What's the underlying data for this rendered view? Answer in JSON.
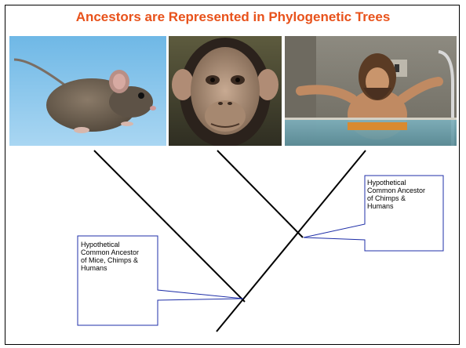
{
  "slide": {
    "title": "Ancestors are Represented in Phylogenetic Trees",
    "title_color": "#e8521b"
  },
  "photos": [
    {
      "name": "mouse"
    },
    {
      "name": "chimpanzee"
    },
    {
      "name": "caveman in hot tub"
    }
  ],
  "callouts": {
    "chimps_humans": "Hypothetical\nCommon Ancestor\nof Chimps &\nHumans",
    "mice_chimps_humans": "Hypothetical\nCommon Ancestor\nof Mice, Chimps &\nHumans"
  },
  "colors": {
    "callout_border": "#1f2fa8",
    "tree_line": "#000000"
  }
}
